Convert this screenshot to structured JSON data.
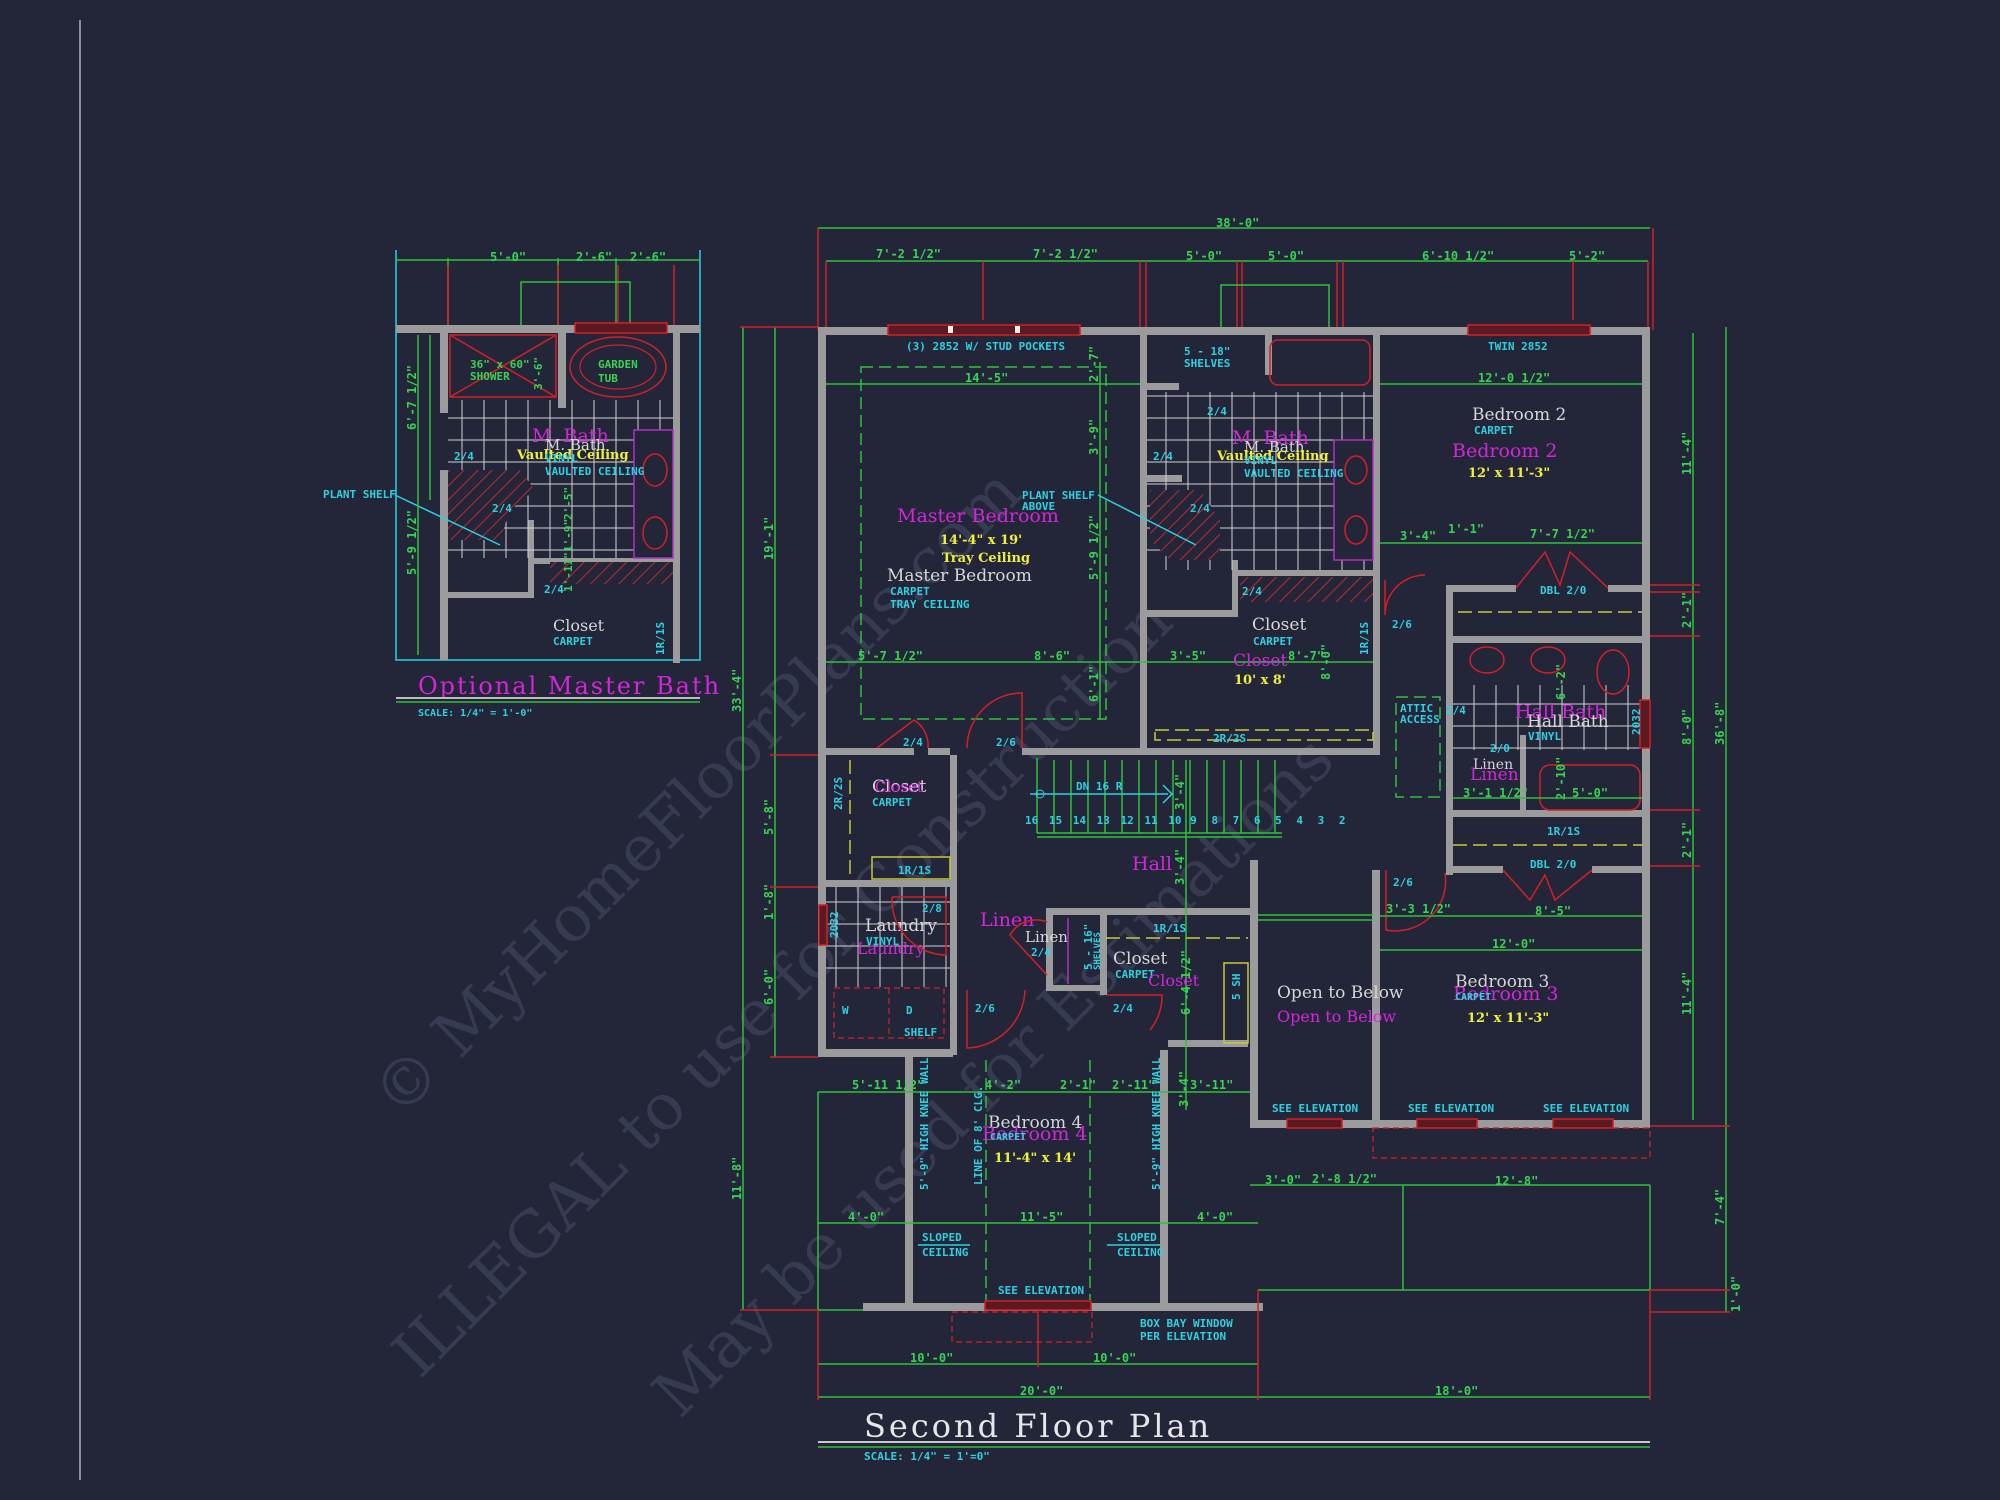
{
  "drawing": {
    "title": "Second Floor Plan",
    "scale": "SCALE: 1/4\" = 1'=0\"",
    "colors": {
      "background": "#232639",
      "dimension": "#39d353",
      "note": "#2fd0e0",
      "room_label": "#d326d8",
      "room_size": "#f0f03c",
      "wall": "#9b9b9b",
      "window": "#d41f26"
    }
  },
  "inset": {
    "title": "Optional Master Bath",
    "scale": "SCALE: 1/4\" = 1'-0\"",
    "top_dims": [
      "5'-0\"",
      "2'-6\"",
      "2'-6\""
    ],
    "left_dims": [
      "6'-7 1/2\"",
      "5'-9 1/2\""
    ],
    "inner_dims": [
      "3'-6\"",
      "2'-5\"",
      "1'-9\"",
      "1'-11\""
    ],
    "shower": [
      "36\" x 60\"",
      "SHOWER"
    ],
    "tub": [
      "GARDEN",
      "TUB"
    ],
    "room_magenta": "M. Bath",
    "room_white": "M. Bath",
    "ceiling_yellow": "Vaulted Ceiling",
    "floor": "VINYL",
    "ceiling_note": "VAULTED CEILING",
    "plant_shelf": "PLANT SHELF",
    "doors": [
      "2/4",
      "2/4",
      "2/4"
    ],
    "closet": "Closet",
    "closet_floor": "CARPET",
    "shelf": "1R/1S"
  },
  "overall_dims": {
    "width": "38'-0\"",
    "top": [
      "7'-2 1/2\"",
      "7'-2 1/2\"",
      "5'-0\"",
      "5'-0\"",
      "6'-10 1/2\"",
      "5'-2\""
    ],
    "left_outer": [
      "33'-4\"",
      "11'-8\""
    ],
    "left_inner": [
      "19'-1\"",
      "5'-8\"",
      "1'-8\"",
      "6'-0\""
    ],
    "right_inner": [
      "11'-4\"",
      "2'-1\"",
      "8'-0\"",
      "2'-1\"",
      "11'-4\""
    ],
    "right_outer": [
      "36'-8\"",
      "7'-4\"",
      "1'-0\""
    ],
    "bottom_inner": [
      "10'-0\"",
      "10'-0\""
    ],
    "bottom_outer": [
      "20'-0\"",
      "18'-0\""
    ]
  },
  "rooms": {
    "master_bedroom": {
      "label_magenta": "Master Bedroom",
      "size": "14'-4\" x 19'",
      "ceiling": "Tray Ceiling",
      "label_white": "Master Bedroom",
      "floor": "CARPET",
      "ceiling_note": "TRAY CEILING",
      "windows": "(3) 2852 W/ STUD POCKETS",
      "dims": [
        "14'-5\"",
        "2'-7\"",
        "3'-9\"",
        "5'-9 1/2\"",
        "6'-1\"",
        "5'-7 1/2\"",
        "8'-6\""
      ],
      "plant_shelf": [
        "PLANT SHELF",
        "ABOVE"
      ]
    },
    "master_bath": {
      "label_magenta": "M. Bath",
      "label_white": "M. Bath",
      "ceiling": "Vaulted Ceiling",
      "floor": "VINYL",
      "ceiling_note": "VAULTED CEILING",
      "shelves": [
        "5 - 18\"",
        "SHELVES"
      ],
      "doors": [
        "2/4",
        "2/4",
        "2/4",
        "2/4"
      ],
      "dims": [
        "3'-5\""
      ]
    },
    "master_closet": {
      "label_white": "Closet",
      "floor": "CARPET",
      "label_magenta": "Closet",
      "size": "10' x 8'",
      "dims": [
        "8'-7\"",
        "8'-0\""
      ],
      "shelves": [
        "1R/1S",
        "2R/2S"
      ]
    },
    "bedroom_2": {
      "label_white": "Bedroom 2",
      "floor": "CARPET",
      "label_magenta": "Bedroom 2",
      "size": "12' x 11'-3\"",
      "window": "TWIN 2852",
      "dims": [
        "12'-0 1/2\"",
        "3'-4\"",
        "1'-1\"",
        "7'-7 1/2\""
      ],
      "closet": "DBL 2/0",
      "door": "2/6"
    },
    "hall_bath": {
      "label_magenta": "Hall Bath",
      "label_white": "Hall Bath",
      "floor": "VINYL",
      "window": "2032",
      "door": "2/4",
      "dims": [
        "6'-2\"",
        "2'-10\"",
        "5'-0\""
      ]
    },
    "attic": [
      "ATTIC",
      "ACCESS"
    ],
    "hall_linen": {
      "label_white": "Linen",
      "label_magenta": "Linen",
      "door": "2/0",
      "dim": "3'-1 1/2\""
    },
    "bedroom_3": {
      "label_white": "Bedroom 3",
      "floor": "CARPET",
      "label_magenta": "Bedroom 3",
      "size": "12' x 11'-3\"",
      "closet": "DBL 2/0",
      "closet_shelf": "1R/1S",
      "door": "2/6",
      "dims": [
        "3'-3 1/2\"",
        "8'-5\"",
        "12'-0\"",
        "12'-8\"",
        "3'-0\"",
        "2'-8 1/2\""
      ],
      "window_notes": [
        "SEE ELEVATION",
        "SEE ELEVATION"
      ]
    },
    "open_below": {
      "label_white": "Open to Below",
      "label_magenta": "Open to Below",
      "window_note": "SEE ELEVATION"
    },
    "stairs": {
      "label": "DN 16 R",
      "treads": [
        "16",
        "15",
        "14",
        "13",
        "12",
        "11",
        "10",
        "9",
        "8",
        "7",
        "6",
        "5",
        "4",
        "3",
        "2"
      ],
      "dims": [
        "3'-4\"",
        "3'-4\""
      ]
    },
    "hall": {
      "label": "Hall"
    },
    "bed_closet": {
      "label_white": "Closet",
      "label_magenta": "Closet",
      "floor": "CARPET",
      "shelves": [
        "2R/2S",
        "1R/1S"
      ],
      "doors": [
        "2/4",
        "2/6"
      ]
    },
    "laundry": {
      "label_white": "Laundry",
      "floor": "VINYL",
      "label_magenta": "Laundry",
      "window": "2032",
      "door": "2/8",
      "washer": "W",
      "dryer": "D",
      "shelf": "SHELF"
    },
    "linen": {
      "label_magenta": "Linen",
      "label_white": "Linen",
      "door": "2/4",
      "shelves": [
        "5 - 16\"",
        "SHELVES"
      ]
    },
    "closet_4": {
      "label_white": "Closet",
      "floor": "CARPET",
      "label_magenta": "Closet",
      "shelves": [
        "1R/1S",
        "5 SH"
      ],
      "door": "2/4",
      "dim": "6'-4 1/2\""
    },
    "hall_door": "2/6",
    "bedroom_4": {
      "label_white": "Bedroom 4",
      "label_magenta": "Bedroom 4",
      "floor": "CARPET",
      "size": "11'-4\" x 14'",
      "knee_wall": "5'-9\" HIGH KNEE WALL",
      "ceiling_line": "LINE OF 8' CLG.",
      "sloped": [
        "SLOPED",
        "CEILING"
      ],
      "window_note": "SEE ELEVATION",
      "bay": [
        "BOX BAY WINDOW",
        "PER ELEVATION"
      ],
      "dims": [
        "5'-11 1/2\"",
        "4'-2\"",
        "2'-1\"",
        "2'-11\"",
        "3'-4\"",
        "3'-11\"",
        "4'-0\"",
        "11'-5\"",
        "4'-0\""
      ]
    }
  },
  "watermark": [
    "© MyHomeFloorPlans.com",
    "ILLEGAL to use for Construction",
    "May be used for Estimations"
  ]
}
